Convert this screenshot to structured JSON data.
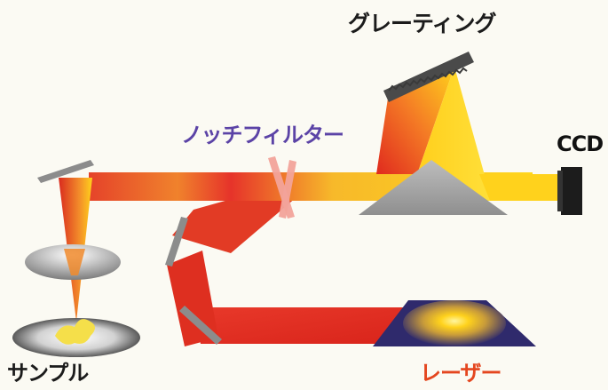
{
  "labels": {
    "grating": "グレーティング",
    "notch_filter": "ノッチフィルター",
    "ccd": "CCD",
    "sample": "サンプル",
    "laser": "レーザー"
  },
  "colors": {
    "background": "#fbfaf3",
    "beam_red": "#e02a1e",
    "beam_orange": "#f07a2a",
    "beam_yellow": "#ffd21c",
    "mirror_gray": "#8c8c8c",
    "grating_dark": "#4a4a4a",
    "ccd_black": "#1c1c1c",
    "laser_purple": "#3b3277",
    "notch_label": "#5b43a6",
    "laser_label": "#e4461f"
  },
  "components": {
    "mirrors": [
      "top-left-mirror",
      "left-mirror",
      "bottom-left-mirror"
    ],
    "optics": [
      "objective-lens",
      "notch-filter",
      "diffraction-grating",
      "prism-spectrograph",
      "ccd-detector",
      "laser-source",
      "sample-stage"
    ]
  }
}
